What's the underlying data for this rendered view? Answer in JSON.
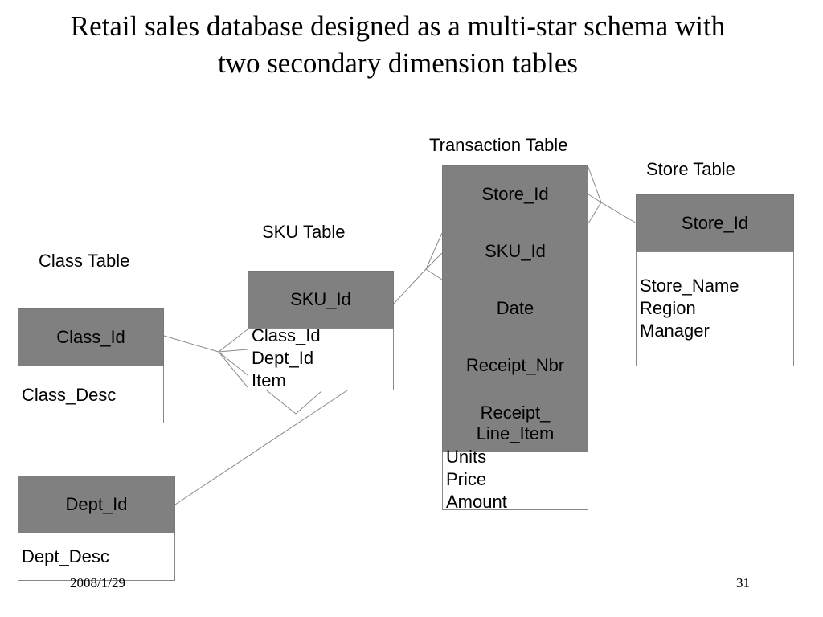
{
  "title": {
    "line1": "Retail sales database designed as a multi-star schema with",
    "line2": "two secondary dimension tables"
  },
  "tables": {
    "transaction": {
      "label": "Transaction Table",
      "keys": [
        "Store_Id",
        "SKU_Id",
        "Date",
        "Receipt_Nbr",
        "Receipt_ Line_Item"
      ],
      "attributes": [
        "Units",
        "Price",
        "Amount"
      ]
    },
    "store": {
      "label": "Store Table",
      "key": "Store_Id",
      "attributes": [
        "Store_Name",
        "Region",
        "Manager"
      ]
    },
    "sku": {
      "label": "SKU Table",
      "key": "SKU_Id",
      "attributes": [
        "Class_Id",
        "Dept_Id",
        "Item"
      ]
    },
    "class": {
      "label": "Class Table",
      "key": "Class_Id",
      "attributes": [
        "Class_Desc"
      ]
    },
    "dept": {
      "key": "Dept_Id",
      "attributes": [
        "Dept_Desc"
      ]
    }
  },
  "footer": {
    "date": "2008/1/29",
    "page": "31"
  }
}
